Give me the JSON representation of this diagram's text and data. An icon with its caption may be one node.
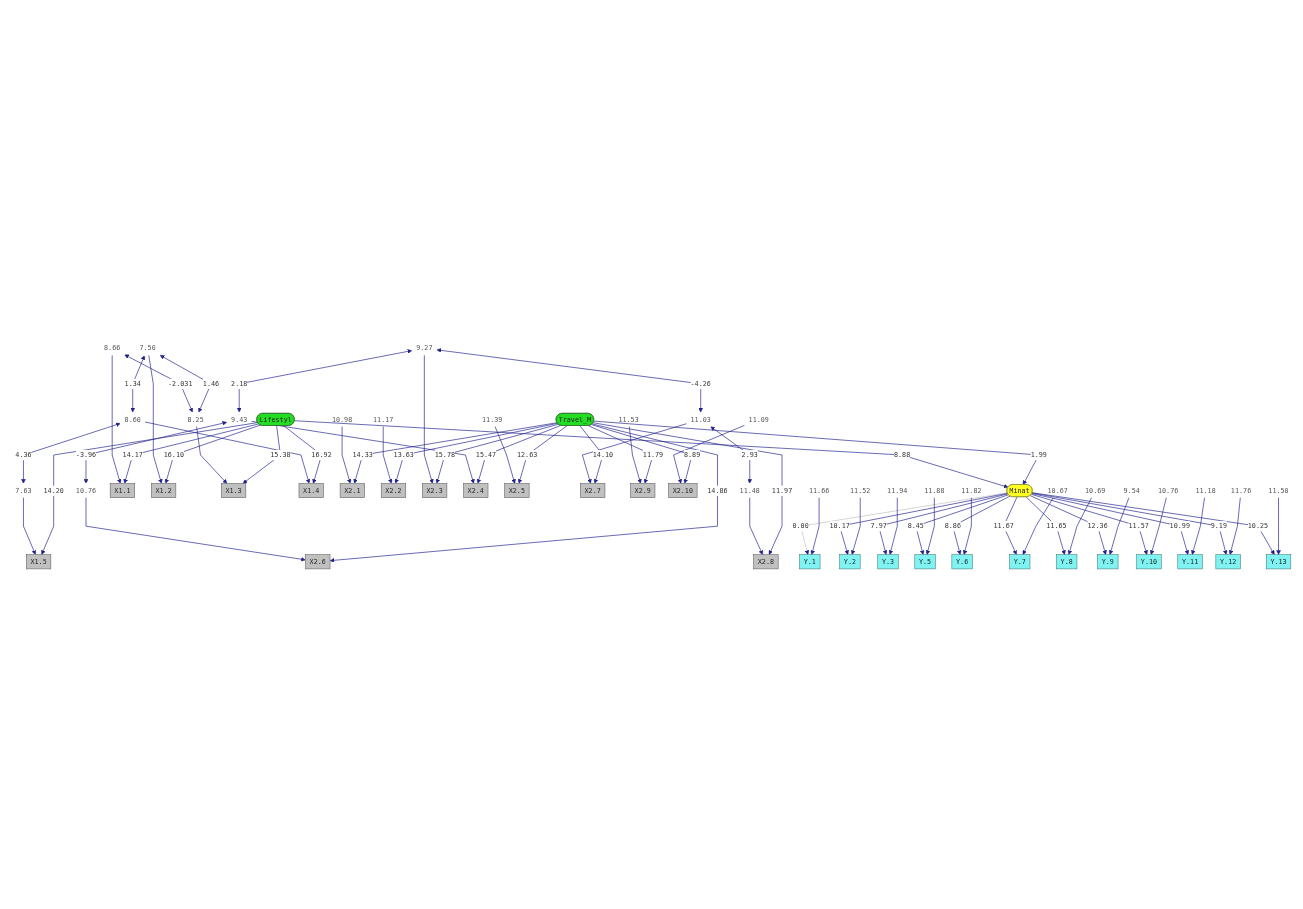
{
  "diagram": {
    "nodes": [
      {
        "text": [
          "8.66"
        ]
      },
      {
        "text": [
          "7.50"
        ]
      },
      {
        "text": [
          "8.25"
        ]
      },
      {
        "text": [
          "8.60"
        ]
      },
      {
        "text": [
          "7.63"
        ]
      },
      {
        "text": [
          "10.98"
        ]
      },
      {
        "text": [
          "11.17"
        ]
      },
      {
        "text": [
          "9.27"
        ]
      },
      {
        "text": [
          "9.43"
        ]
      },
      {
        "text": [
          "11.39"
        ]
      },
      {
        "text": [
          "10.76"
        ]
      },
      {
        "text": [
          "11.03"
        ]
      },
      {
        "text": [
          "11.48"
        ]
      },
      {
        "text": [
          "11.53"
        ]
      },
      {
        "text": [
          "11.09"
        ]
      },
      {
        "text": [
          "X1.1"
        ]
      },
      {
        "text": [
          "X1.2"
        ]
      },
      {
        "text": [
          "X1.3"
        ]
      },
      {
        "text": [
          "X1.4"
        ]
      },
      {
        "text": [
          "X1.5"
        ]
      },
      {
        "text": [
          "X2.1"
        ]
      },
      {
        "text": [
          "X2.2"
        ]
      },
      {
        "text": [
          "X2.3"
        ]
      },
      {
        "text": [
          "X2.4"
        ]
      },
      {
        "text": [
          "X2.5"
        ]
      },
      {
        "text": [
          "X2.6"
        ]
      },
      {
        "text": [
          "X2.7"
        ]
      },
      {
        "text": [
          "X2.8"
        ]
      },
      {
        "text": [
          "X2.9"
        ]
      },
      {
        "text": [
          "X2.10"
        ]
      },
      {
        "text": [
          "Lifestyl"
        ]
      },
      {
        "text": [
          "Travel_M"
        ]
      },
      {
        "text": [
          "Minat"
        ]
      },
      {
        "text": [
          "Y.1"
        ]
      },
      {
        "text": [
          "Y.2"
        ]
      },
      {
        "text": [
          "Y.3"
        ]
      },
      {
        "text": [
          "Y.5"
        ]
      },
      {
        "text": [
          "Y.6"
        ]
      },
      {
        "text": [
          "Y.7"
        ]
      },
      {
        "text": [
          "Y.8"
        ]
      },
      {
        "text": [
          "Y.9"
        ]
      },
      {
        "text": [
          "Y.10"
        ]
      },
      {
        "text": [
          "Y.11"
        ]
      },
      {
        "text": [
          "Y.12"
        ]
      },
      {
        "text": [
          "Y.13"
        ]
      },
      {
        "text": [
          "11.66"
        ]
      },
      {
        "text": [
          "11.52"
        ]
      },
      {
        "text": [
          "11.94"
        ]
      },
      {
        "text": [
          "11.88"
        ]
      },
      {
        "text": [
          "11.82"
        ]
      },
      {
        "text": [
          "10.67"
        ]
      },
      {
        "text": [
          "10.69"
        ]
      },
      {
        "text": [
          "9.54"
        ]
      },
      {
        "text": [
          "10.76"
        ]
      },
      {
        "text": [
          "11.18"
        ]
      },
      {
        "text": [
          "11.76"
        ]
      },
      {
        "text": [
          "11.50"
        ]
      }
    ],
    "edges": [
      {
        "from": 0,
        "to": 15,
        "arrow": "to"
      },
      {
        "from": 1,
        "to": 16,
        "arrow": "to"
      },
      {
        "from": 2,
        "to": 17,
        "arrow": "to"
      },
      {
        "from": 3,
        "to": 18,
        "arrow": "to"
      },
      {
        "from": 4,
        "to": 19,
        "arrow": "to"
      },
      {
        "from": 5,
        "to": 20,
        "arrow": "to"
      },
      {
        "from": 6,
        "to": 21,
        "arrow": "to"
      },
      {
        "from": 7,
        "to": 22,
        "arrow": "to"
      },
      {
        "from": 8,
        "to": 23,
        "arrow": "to"
      },
      {
        "from": 9,
        "to": 24,
        "arrow": "to"
      },
      {
        "from": 10,
        "to": 25,
        "arrow": "to"
      },
      {
        "from": 11,
        "to": 26,
        "arrow": "to"
      },
      {
        "from": 12,
        "to": 27,
        "arrow": "to"
      },
      {
        "from": 13,
        "to": 28,
        "arrow": "to"
      },
      {
        "from": 14,
        "to": 29,
        "arrow": "to"
      },
      {
        "from": 0,
        "to": 2,
        "arrow": "both",
        "label": "-2.031"
      },
      {
        "from": 1,
        "to": 2,
        "arrow": "both",
        "label": "1.46"
      },
      {
        "from": 1,
        "to": 3,
        "arrow": "both",
        "label": "1.34"
      },
      {
        "from": 3,
        "to": 4,
        "arrow": "both",
        "label": "4.36"
      },
      {
        "from": 7,
        "to": 8,
        "arrow": "both",
        "label": "2.18"
      },
      {
        "from": 7,
        "to": 11,
        "arrow": "both",
        "label": "-4.26"
      },
      {
        "from": 8,
        "to": 10,
        "arrow": "both",
        "label": "-3.96"
      },
      {
        "from": 11,
        "to": 12,
        "arrow": "both",
        "label": "2.93"
      },
      {
        "from": 30,
        "to": 15,
        "arrow": "to",
        "label": "14.17"
      },
      {
        "from": 30,
        "to": 16,
        "arrow": "to",
        "label": "16.10"
      },
      {
        "from": 30,
        "to": 17,
        "arrow": "to",
        "label": "15.38"
      },
      {
        "from": 30,
        "to": 18,
        "arrow": "to",
        "label": "16.92"
      },
      {
        "from": 30,
        "to": 19,
        "arrow": "to",
        "label": "14.20"
      },
      {
        "from": 31,
        "to": 20,
        "arrow": "to",
        "label": "14.33"
      },
      {
        "from": 31,
        "to": 21,
        "arrow": "to",
        "label": "13.63"
      },
      {
        "from": 31,
        "to": 22,
        "arrow": "to",
        "label": "15.78"
      },
      {
        "from": 31,
        "to": 23,
        "arrow": "to",
        "label": "15.47"
      },
      {
        "from": 31,
        "to": 24,
        "arrow": "to",
        "label": "12.63"
      },
      {
        "from": 31,
        "to": 25,
        "arrow": "to",
        "label": "14.86"
      },
      {
        "from": 31,
        "to": 26,
        "arrow": "to",
        "label": "14.10"
      },
      {
        "from": 31,
        "to": 27,
        "arrow": "to",
        "label": "11.97"
      },
      {
        "from": 31,
        "to": 28,
        "arrow": "to",
        "label": "11.79"
      },
      {
        "from": 31,
        "to": 29,
        "arrow": "to",
        "label": "8.89"
      },
      {
        "from": 30,
        "to": 32,
        "arrow": "to",
        "label": "8.88"
      },
      {
        "from": 31,
        "to": 32,
        "arrow": "to",
        "label": "1.99"
      },
      {
        "from": 32,
        "to": 33,
        "arrow": "to",
        "label": "0.00",
        "color": "#c0c0c0"
      },
      {
        "from": 32,
        "to": 34,
        "arrow": "to",
        "label": "10.17"
      },
      {
        "from": 32,
        "to": 35,
        "arrow": "to",
        "label": "7.97"
      },
      {
        "from": 32,
        "to": 36,
        "arrow": "to",
        "label": "8.45"
      },
      {
        "from": 32,
        "to": 37,
        "arrow": "to",
        "label": "8.86"
      },
      {
        "from": 32,
        "to": 38,
        "arrow": "to",
        "label": "11.67"
      },
      {
        "from": 32,
        "to": 39,
        "arrow": "to",
        "label": "11.65"
      },
      {
        "from": 32,
        "to": 40,
        "arrow": "to",
        "label": "12.36"
      },
      {
        "from": 32,
        "to": 41,
        "arrow": "to",
        "label": "11.57"
      },
      {
        "from": 32,
        "to": 42,
        "arrow": "to",
        "label": "10.99"
      },
      {
        "from": 32,
        "to": 43,
        "arrow": "to",
        "label": "9.19"
      },
      {
        "from": 32,
        "to": 44,
        "arrow": "to",
        "label": "10.25"
      },
      {
        "from": 45,
        "to": 33,
        "arrow": "to"
      },
      {
        "from": 46,
        "to": 34,
        "arrow": "to"
      },
      {
        "from": 47,
        "to": 35,
        "arrow": "to"
      },
      {
        "from": 48,
        "to": 36,
        "arrow": "to"
      },
      {
        "from": 49,
        "to": 37,
        "arrow": "to"
      },
      {
        "from": 50,
        "to": 38,
        "arrow": "to"
      },
      {
        "from": 51,
        "to": 39,
        "arrow": "to"
      },
      {
        "from": 52,
        "to": 40,
        "arrow": "to"
      },
      {
        "from": 53,
        "to": 41,
        "arrow": "to"
      },
      {
        "from": 54,
        "to": 42,
        "arrow": "to"
      },
      {
        "from": 55,
        "to": 43,
        "arrow": "to"
      },
      {
        "from": 56,
        "to": 44,
        "arrow": "to"
      }
    ]
  }
}
